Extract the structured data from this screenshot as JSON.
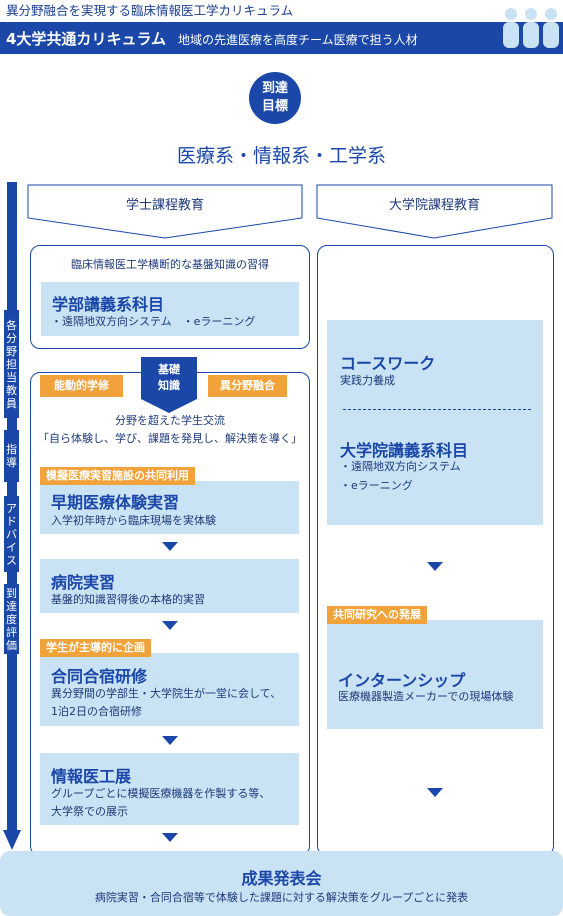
{
  "header": {
    "title": "異分野融合を実現する臨床情報医工学カリキュラム",
    "banner_main": "4大学共通カリキュラム",
    "banner_sub": "地域の先進医療を高度チーム医療で担う人材",
    "people_icon": "people-group-icon"
  },
  "goal": {
    "line1": "到達",
    "line2": "目標"
  },
  "fields": "医療系・情報系・工学系",
  "side_labels": [
    {
      "text": "各分野担当教員"
    },
    {
      "text": "指導"
    },
    {
      "text": "アドバイス"
    },
    {
      "text": "到達度評価"
    }
  ],
  "columns": {
    "undergrad": "学士課程教育",
    "graduate": "大学院課程教育"
  },
  "undergrad": {
    "intro": "臨床情報医工学横断的な基盤知識の習得",
    "lecture_title": "学部講義系科目",
    "lecture_text": "・遠隔地双方向システム　・eラーニング",
    "tag_active": "能動的学修",
    "tag_basic_1": "基礎",
    "tag_basic_2": "知識",
    "tag_fusion": "異分野融合",
    "exchange_1": "分野を超えた学生交流",
    "exchange_2": "「自ら体験し、学び、課題を発見し、解決策を導く」",
    "sim_tag": "模擬医療実習施設の共同利用",
    "early_title": "早期医療体験実習",
    "early_text": "入学初年時から臨床現場を実体験",
    "hospital_title": "病院実習",
    "hospital_text": "基盤的知識習得後の本格的実習",
    "student_tag": "学生が主導的に企画",
    "camp_title": "合同合宿研修",
    "camp_text_1": "異分野間の学部生・大学院生が一堂に会して、",
    "camp_text_2": "1泊2日の合宿研修",
    "expo_title": "情報医工展",
    "expo_text_1": "グループごとに模擬医療機器を作製する等、",
    "expo_text_2": "大学祭での展示"
  },
  "graduate": {
    "course_title": "コースワーク",
    "course_text": "実践力養成",
    "lecture_title": "大学院講義系科目",
    "lecture_text_1": "・遠隔地双方向システム",
    "lecture_text_2": "・eラーニング",
    "joint_tag": "共同研究への発展",
    "intern_title": "インターンシップ",
    "intern_text": "医療機器製造メーカーでの現場体験"
  },
  "footer": {
    "title": "成果発表会",
    "text": "病院実習・合同合宿等で体験した課題に対する解決策をグループごとに発表"
  }
}
